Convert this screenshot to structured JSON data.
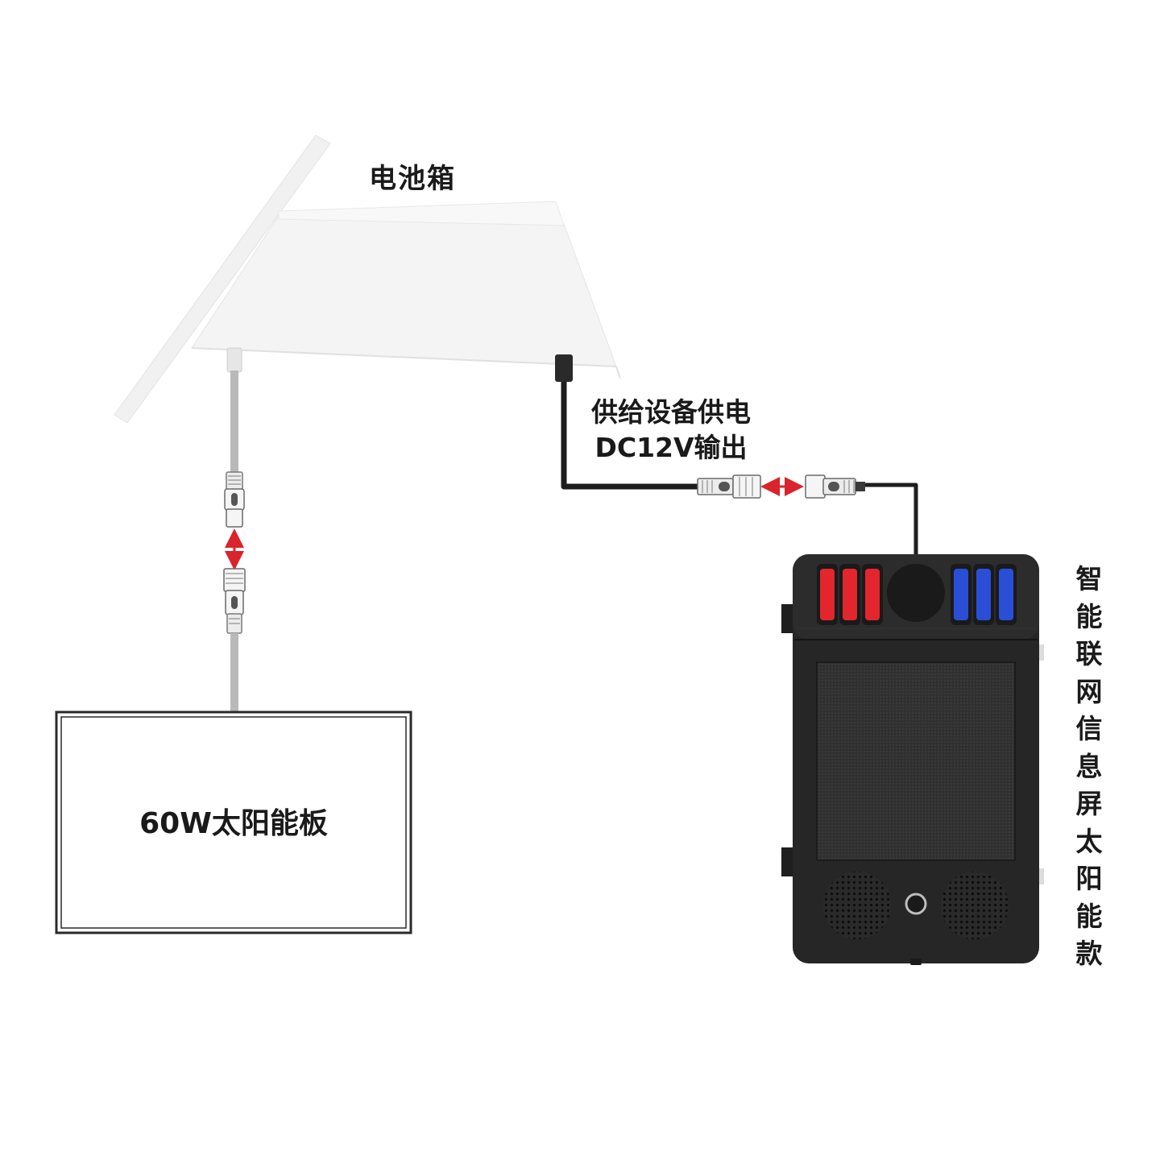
{
  "labels": {
    "battery_box": "电池箱",
    "supply_line1": "供给设备供电",
    "supply_line2": "DC12V输出",
    "solar_panel": "60W太阳能板",
    "device": "智能联网信息屏太阳能款"
  },
  "colors": {
    "cable_gray": "#b9b9b9",
    "cable_black": "#1e1e1e",
    "arrow_red": "#d9242b",
    "device_body": "#262626",
    "led_red": "#e3262d",
    "led_blue": "#2a4fd6"
  },
  "icons": [
    "connector-icon",
    "double-arrow-icon",
    "speaker-icon",
    "camera-icon",
    "button-icon"
  ]
}
